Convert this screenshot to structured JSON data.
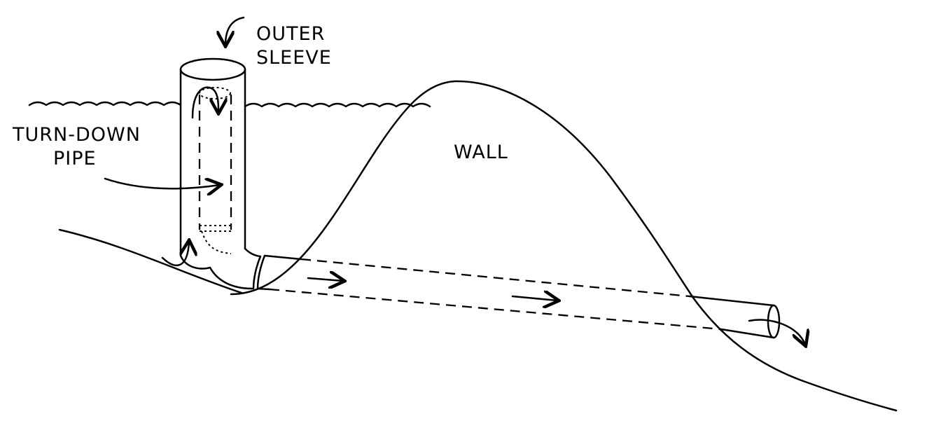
{
  "labels": {
    "outer_sleeve_line1": "OUTER",
    "outer_sleeve_line2": "SLEEVE",
    "turn_down_line1": "TURN-DOWN",
    "turn_down_line2": "PIPE",
    "wall": "WALL"
  }
}
